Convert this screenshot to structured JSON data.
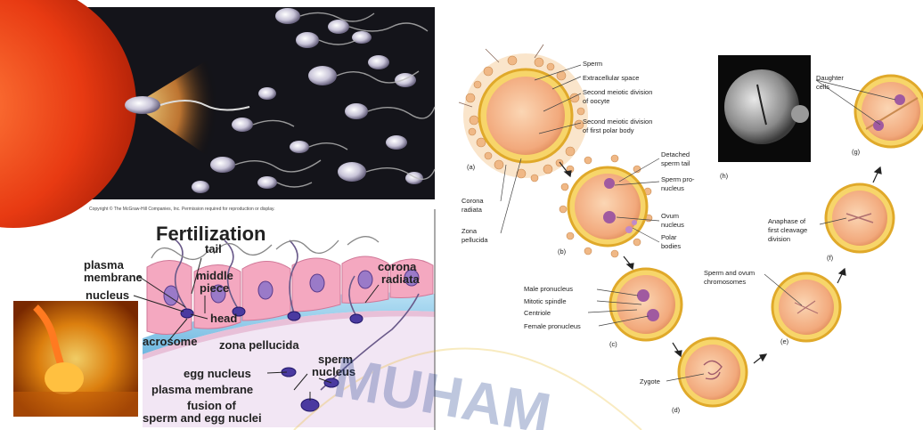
{
  "top_left": {
    "copyright": "Copyright © The McGraw-Hill Companies, Inc. Permission required for reproduction or display."
  },
  "fertilization": {
    "title": "Fertilization",
    "labels": {
      "tail": "tail",
      "plasma_membrane_1": "plasma",
      "plasma_membrane_2": "membrane",
      "middle_piece_1": "middle",
      "middle_piece_2": "piece",
      "nucleus": "nucleus",
      "head": "head",
      "corona_radiata_1": "corona",
      "corona_radiata_2": "radiata",
      "acrosome": "acrosome",
      "zona_pellucida": "zona pellucida",
      "egg_nucleus": "egg nucleus",
      "sperm_nucleus_1": "sperm",
      "sperm_nucleus_2": "nucleus",
      "plasma_membrane_lower": "plasma membrane",
      "fusion_1": "fusion of",
      "fusion_2": "sperm and egg nuclei"
    }
  },
  "watermark": {
    "text": "MUHAM"
  },
  "right_diagram": {
    "labels": {
      "sperm": "Sperm",
      "extracellular": "Extracellular space",
      "second_meiotic_oocyte_1": "Second meiotic division",
      "second_meiotic_oocyte_2": "of oocyte",
      "second_meiotic_polar_1": "Second meiotic division",
      "second_meiotic_polar_2": "of first polar body",
      "a": "(a)",
      "corona_1": "Corona",
      "corona_2": "radiata",
      "zona_1": "Zona",
      "zona_2": "pellucida",
      "detached_1": "Detached",
      "detached_2": "sperm tail",
      "sperm_pro_1": "Sperm pro-",
      "sperm_pro_2": "nucleus",
      "ovum_1": "Ovum",
      "ovum_2": "nucleus",
      "polar_1": "Polar",
      "polar_2": "bodies",
      "b": "(b)",
      "h": "(h)",
      "daughter_1": "Daughter",
      "daughter_2": "cells",
      "g": "(g)",
      "anaphase_1": "Anaphase of",
      "anaphase_2": "first cleavage",
      "anaphase_3": "division",
      "f": "(f)",
      "sperm_ovum_1": "Sperm and ovum",
      "sperm_ovum_2": "chromosomes",
      "e": "(e)",
      "male_pronucleus": "Male pronucleus",
      "mitotic_spindle": "Mitotic spindle",
      "centriole": "Centriole",
      "female_pronucleus": "Female pronucleus",
      "c": "(c)",
      "zygote": "Zygote",
      "d": "(d)"
    }
  }
}
